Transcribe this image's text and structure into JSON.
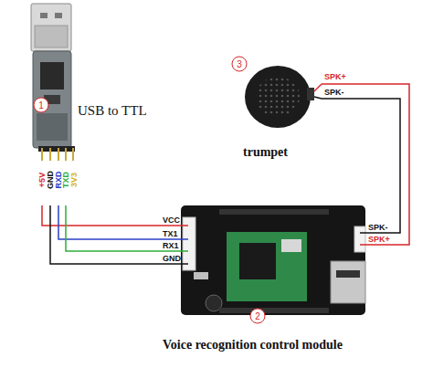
{
  "diagram": {
    "nodes": [
      {
        "text": [
          "USB to TTL"
        ]
      },
      {
        "text": [
          "trumpet"
        ]
      },
      {
        "text": [
          "Voice recognition control module"
        ]
      }
    ],
    "edges": [
      {
        "from": 0,
        "to": 2,
        "arrow": "none"
      },
      {
        "from": 0,
        "to": 2,
        "arrow": "none"
      },
      {
        "from": 0,
        "to": 2,
        "arrow": "none"
      },
      {
        "from": 0,
        "to": 2,
        "arrow": "none"
      },
      {
        "from": 1,
        "to": 2,
        "arrow": "none"
      },
      {
        "from": 1,
        "to": 2,
        "arrow": "none"
      }
    ],
    "labels": [
      "1",
      "+5V",
      "GND",
      "RXD",
      "TXD",
      "3V3",
      "3",
      "SPK+",
      "SPK-",
      "VCC",
      "TX1",
      "RX1",
      "GND",
      "SPK-",
      "SPK+",
      "2"
    ]
  }
}
